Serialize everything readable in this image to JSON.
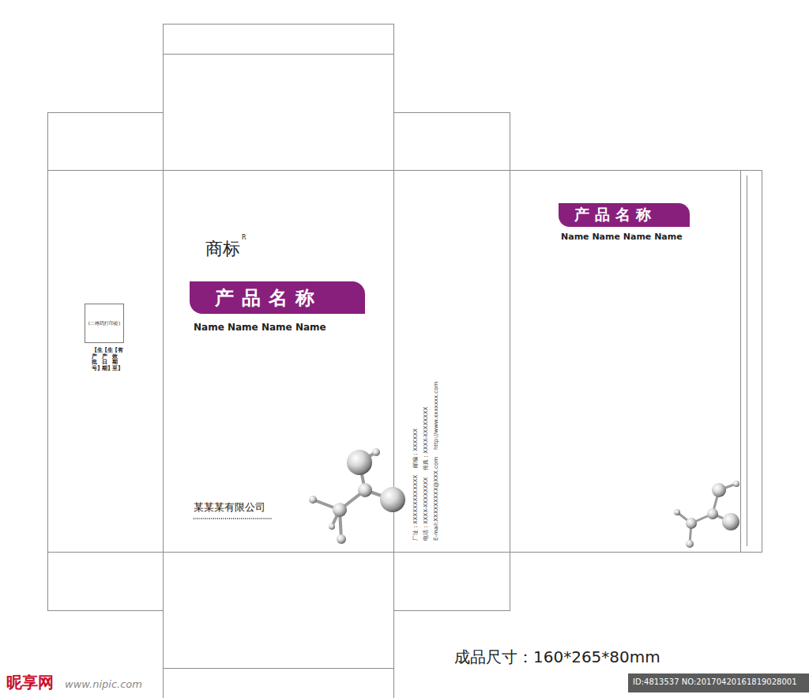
{
  "diagram": {
    "nodes": [
      {
        "text": [
          "(二维码打印处)"
        ]
      },
      {
        "text": [
          "产品名称"
        ]
      },
      {
        "text": [
          "产品名称"
        ]
      }
    ],
    "labels": [
      "商标",
      "R",
      "Name Name Name Name",
      "某某某有限公司",
      "【生产批号】",
      "【生产日期】",
      "【有效期至】",
      "厂址：XXXXXXXXXXXXX    邮编：XXXXXX",
      "电话：XXXX-XXXXXXXX    传真：XXXX-XXXXXXXX",
      "E-mail:XXXXXXXXX@XXX.com    http://www.xxxxxxx.com",
      "Name Name Name Name",
      "成品尺寸：160*265*80mm",
      "昵享网",
      "www.nipic.com",
      "ID:4813537 NO:20170420161819028001"
    ]
  }
}
